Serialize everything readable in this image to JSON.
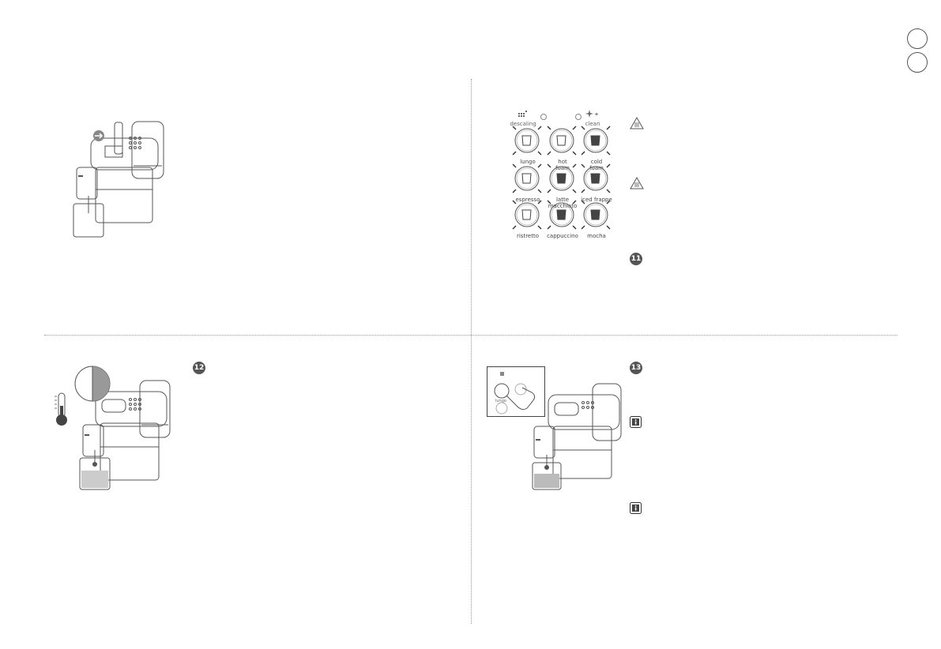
{
  "panel_top_right": {
    "indicators": {
      "descaling_label": "descaling",
      "clean_label": "clean"
    },
    "drinks": [
      {
        "label": "lungo",
        "icon": "lungo-cup-icon"
      },
      {
        "label": "hot\nfoam",
        "icon": "hot-foam-glass-icon"
      },
      {
        "label": "cold\nfoam",
        "icon": "cold-foam-glass-icon"
      },
      {
        "label": "espresso",
        "icon": "espresso-cup-icon"
      },
      {
        "label": "latte\nmacchiato",
        "icon": "latte-macchiato-glass-icon"
      },
      {
        "label": "iced frappe",
        "icon": "iced-frappe-glass-icon"
      },
      {
        "label": "ristretto",
        "icon": "ristretto-cup-icon"
      },
      {
        "label": "cappuccino",
        "icon": "cappuccino-cup-icon"
      },
      {
        "label": "mocha",
        "icon": "mocha-mug-icon"
      }
    ],
    "step_number": "11"
  },
  "panel_bottom_left": {
    "step_number": "12"
  },
  "panel_bottom_right": {
    "step_number": "13",
    "mini_panel": {
      "label": "lungo"
    }
  },
  "colors": {
    "line": "#555555",
    "divider": "#9a9a9a",
    "fill": "#777777"
  }
}
